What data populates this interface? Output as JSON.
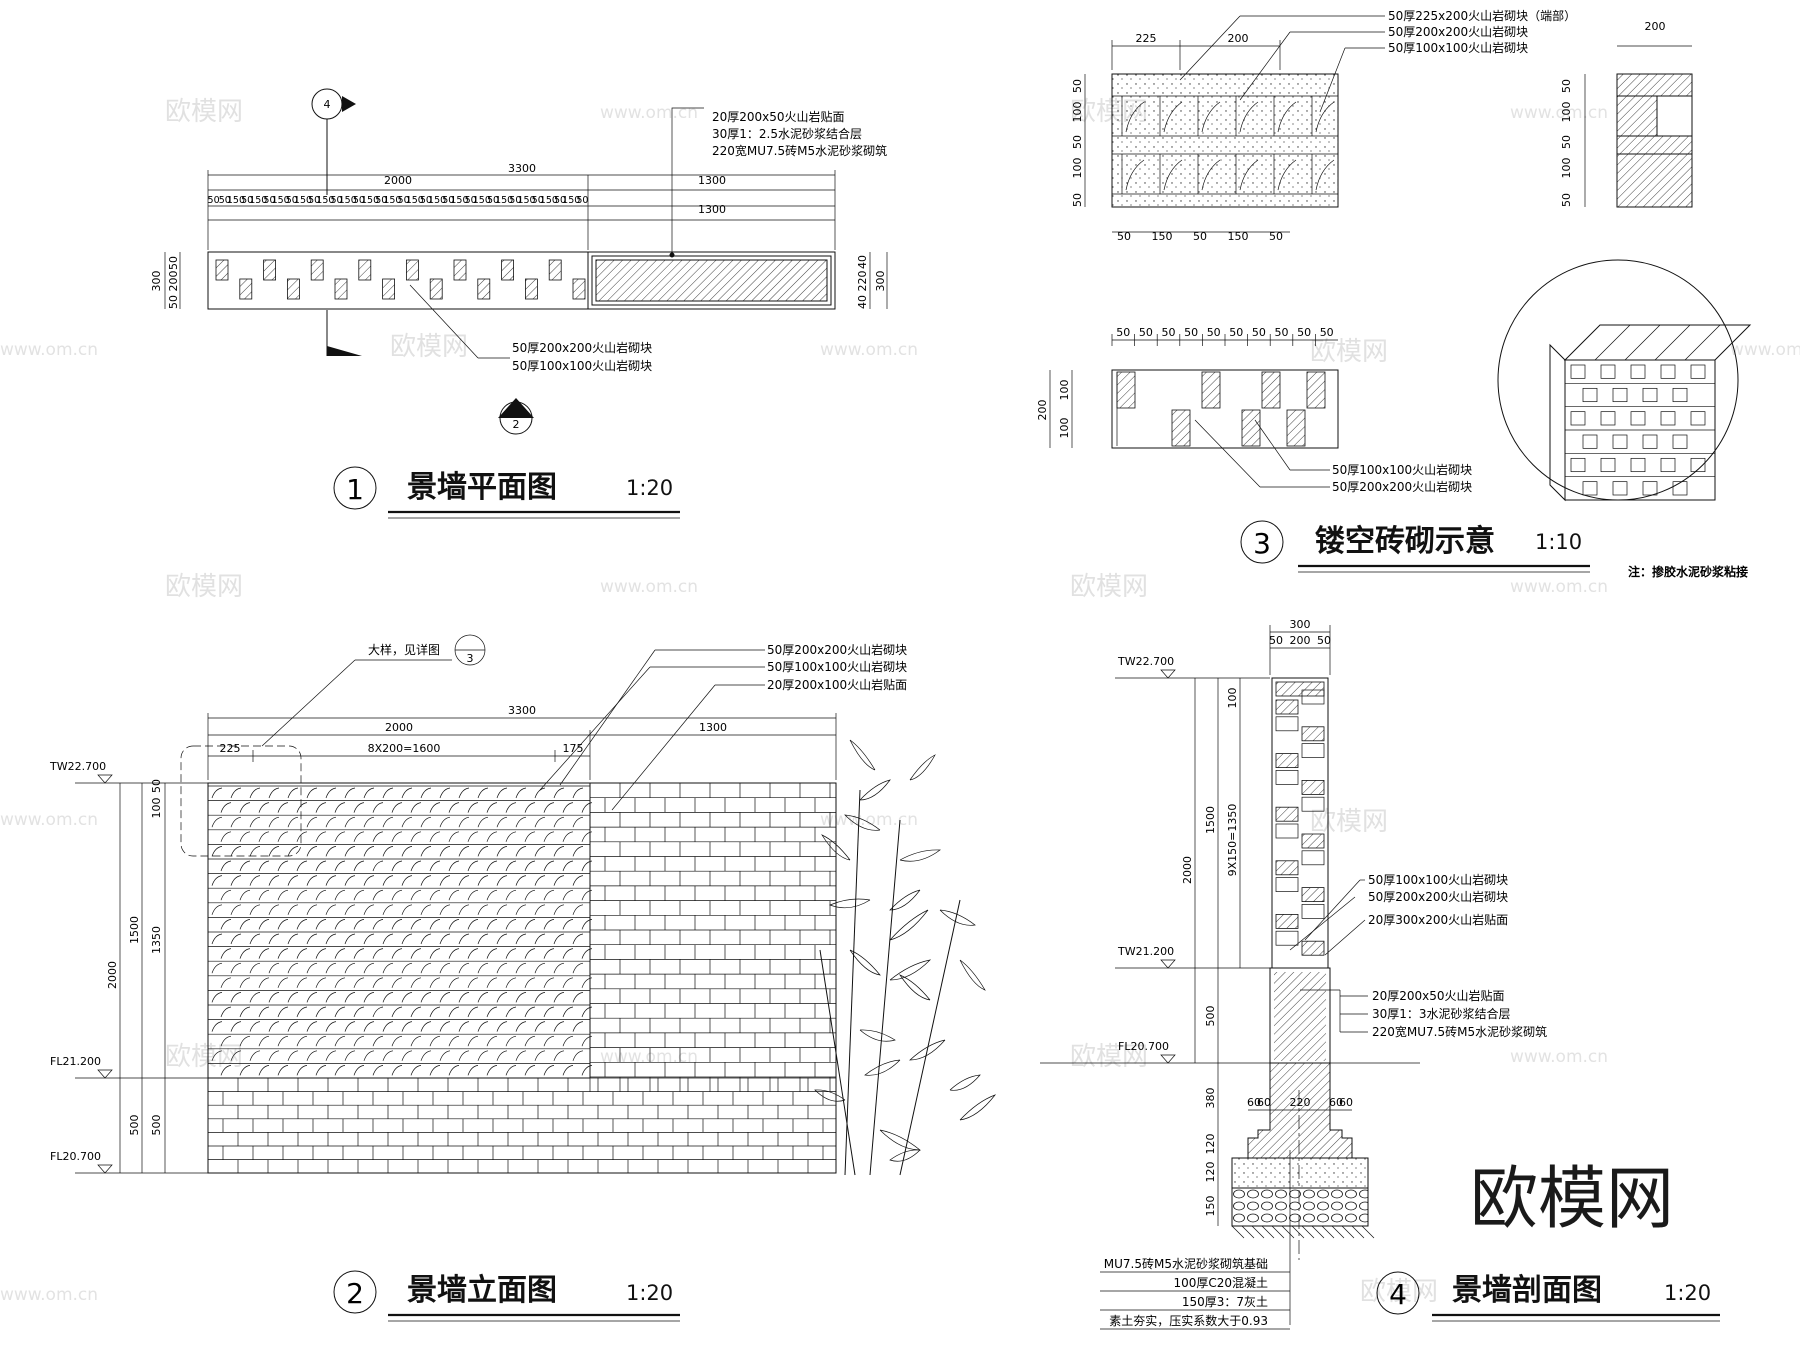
{
  "drawings": {
    "plan": {
      "number": "1",
      "title": "景墙平面图",
      "scale": "1:20",
      "section_mark": "4",
      "elev_mark": "2",
      "dims_top": [
        "2000",
        "3300",
        "1300",
        "1300"
      ],
      "dims_cells": [
        "50",
        "50",
        "150",
        "50",
        "150",
        "50",
        "150",
        "50",
        "150",
        "50",
        "150",
        "50",
        "150",
        "50",
        "150",
        "50",
        "150",
        "50",
        "150",
        "50",
        "150",
        "50",
        "150",
        "50",
        "150",
        "50",
        "150",
        "50",
        "150",
        "50",
        "150",
        "50",
        "150",
        "50"
      ],
      "dims_left": [
        "50",
        "200",
        "50",
        "300"
      ],
      "dims_right": [
        "40",
        "220",
        "40",
        "300"
      ],
      "notes": [
        "20厚200x50火山岩贴面",
        "30厚1：2.5水泥砂浆结合层",
        "220宽MU7.5砖M5水泥砂浆砌筑"
      ],
      "notes_block": [
        "50厚200x200火山岩砌块",
        "50厚100x100火山岩砌块"
      ]
    },
    "elevation": {
      "number": "2",
      "title": "景墙立面图",
      "scale": "1:20",
      "callout": "大样，见详图",
      "callout_ref": "3",
      "notes": [
        "50厚200x200火山岩砌块",
        "50厚100x100火山岩砌块",
        "20厚200x100火山岩贴面"
      ],
      "dims_top": [
        "3300",
        "2000",
        "1300",
        "225",
        "8X200=1600",
        "175"
      ],
      "levels": [
        "TW22.700",
        "FL21.200",
        "FL20.700"
      ],
      "dims_left": [
        "100",
        "50",
        "1500",
        "1350",
        "2000",
        "500",
        "500"
      ]
    },
    "detail": {
      "number": "3",
      "title": "镂空砖砌示意",
      "scale": "1:10",
      "note": "注：掺胶水泥砂浆粘接",
      "elev_notes": [
        "50厚225x200火山岩砌块（端部）",
        "50厚200x200火山岩砌块",
        "50厚100x100火山岩砌块"
      ],
      "elev_dims_top": [
        "225",
        "200"
      ],
      "elev_dims_bottom": [
        "50",
        "150",
        "50",
        "150",
        "50"
      ],
      "elev_dims_left": [
        "50",
        "100",
        "50",
        "100",
        "50"
      ],
      "side_dim": "200",
      "plan_dims_top": [
        "50",
        "50",
        "50",
        "50",
        "50",
        "50",
        "50",
        "50",
        "50",
        "50"
      ],
      "plan_dims_left": [
        "100",
        "100",
        "200"
      ],
      "plan_notes": [
        "50厚100x100火山岩砌块",
        "50厚200x200火山岩砌块"
      ]
    },
    "section": {
      "number": "4",
      "title": "景墙剖面图",
      "scale": "1:20",
      "dims_top": [
        "300",
        "50",
        "200",
        "50"
      ],
      "levels": [
        "TW22.700",
        "TW21.200",
        "FL20.700"
      ],
      "dims_left": [
        "100",
        "1500",
        "9X150=1350",
        "2000",
        "500",
        "380",
        "120",
        "120",
        "150"
      ],
      "foot_dims": [
        "60",
        "60",
        "220",
        "60",
        "60"
      ],
      "notes_upper": [
        "50厚100x100火山岩砌块",
        "50厚200x200火山岩砌块",
        "20厚300x200火山岩贴面"
      ],
      "notes_lower": [
        "20厚200x50火山岩贴面",
        "30厚1：3水泥砂浆结合层",
        "220宽MU7.5砖M5水泥砂浆砌筑"
      ],
      "notes_base": [
        "MU7.5砖M5水泥砂浆砌筑基础",
        "100厚C20混凝土",
        "150厚3：7灰土",
        "素土夯实，压实系数大于0.93"
      ]
    }
  },
  "watermark": {
    "brand": "欧模网",
    "site": "www.om.cn"
  }
}
